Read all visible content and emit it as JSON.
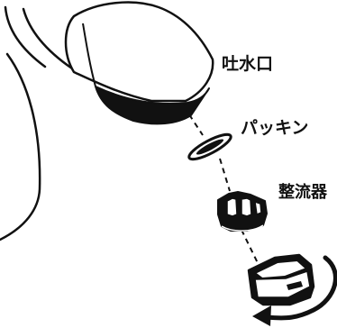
{
  "labels": {
    "spout": "吐水口",
    "packing": "パッキン",
    "aerator": "整流器"
  },
  "colors": {
    "ink": "#111111",
    "background": "#ffffff"
  },
  "icons": {
    "rotation": "curved-arrow-icon"
  }
}
